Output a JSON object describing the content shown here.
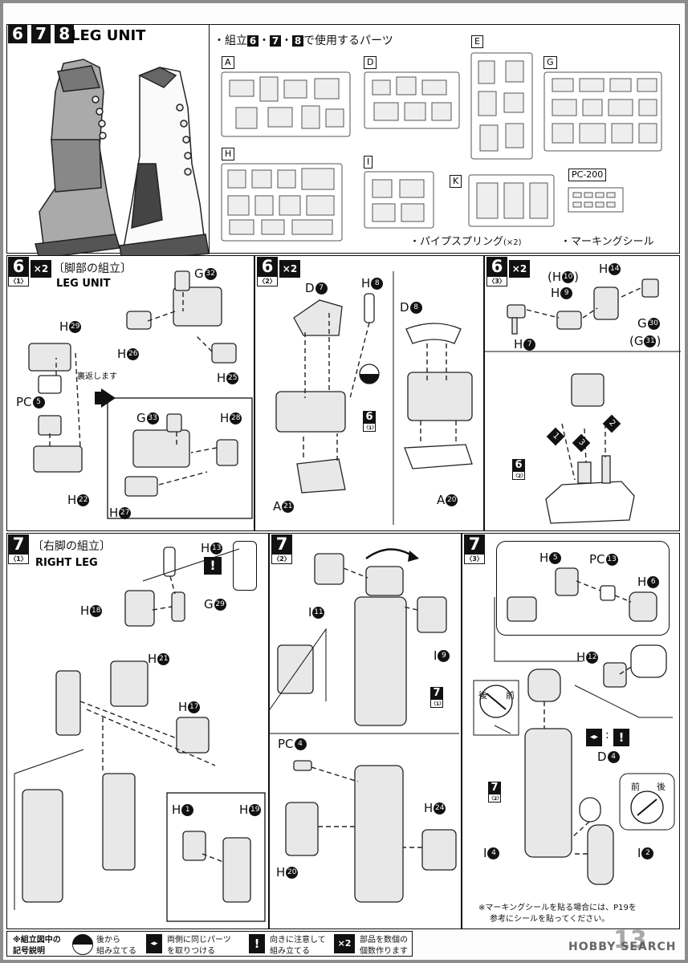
{
  "header": {
    "step_numbers": [
      "6",
      "7",
      "8"
    ],
    "title": "LEG UNIT",
    "parts_caption_prefix": "・組立",
    "parts_caption_suffix": "で使用するパーツ",
    "runners": [
      "A",
      "D",
      "E",
      "G",
      "H",
      "I",
      "K",
      "PC-200"
    ],
    "extra_1": "・パイプスプリング",
    "extra_1_qty": "(×2)",
    "extra_2": "・マーキングシール"
  },
  "step6_1": {
    "num": "6",
    "sub": "〈1〉",
    "x2": "×2",
    "title_jp": "〔脚部の組立〕",
    "title_en": "LEG UNIT",
    "flip_note": "裏返します",
    "parts": [
      {
        "letter": "G",
        "no": "32"
      },
      {
        "letter": "H",
        "no": "29"
      },
      {
        "letter": "H",
        "no": "26"
      },
      {
        "letter": "H",
        "no": "25"
      },
      {
        "letter": "PC",
        "no": "5"
      },
      {
        "letter": "H",
        "no": "22"
      },
      {
        "letter": "G",
        "no": "33"
      },
      {
        "letter": "H",
        "no": "28"
      },
      {
        "letter": "H",
        "no": "27"
      }
    ]
  },
  "step6_2": {
    "num": "6",
    "sub": "〈2〉",
    "x2": "×2",
    "ref_num": "6",
    "ref_sub": "〈1〉",
    "parts": [
      {
        "letter": "D",
        "no": "7"
      },
      {
        "letter": "H",
        "no": "8"
      },
      {
        "letter": "D",
        "no": "8"
      },
      {
        "letter": "A",
        "no": "21"
      },
      {
        "letter": "A",
        "no": "20"
      }
    ]
  },
  "step6_3": {
    "num": "6",
    "sub": "〈3〉",
    "x2": "×2",
    "ref_num": "6",
    "ref_sub": "〈2〉",
    "order": [
      "1",
      "3",
      "2"
    ],
    "parts": [
      {
        "letter": "(H",
        "no": "10",
        "suffix": ")"
      },
      {
        "letter": "H",
        "no": "14"
      },
      {
        "letter": "H",
        "no": "9"
      },
      {
        "letter": "H",
        "no": "7"
      },
      {
        "letter": "G",
        "no": "30"
      },
      {
        "letter": "(G",
        "no": "31",
        "suffix": ")"
      }
    ]
  },
  "step7_1": {
    "num": "7",
    "sub": "〈1〉",
    "title_jp": "〔右脚の組立〕",
    "title_en": "RIGHT LEG",
    "parts": [
      {
        "letter": "H",
        "no": "13"
      },
      {
        "letter": "H",
        "no": "18"
      },
      {
        "letter": "G",
        "no": "29"
      },
      {
        "letter": "H",
        "no": "21"
      },
      {
        "letter": "H",
        "no": "17"
      },
      {
        "letter": "H",
        "no": "1"
      },
      {
        "letter": "H",
        "no": "19"
      }
    ]
  },
  "step7_2": {
    "num": "7",
    "sub": "〈2〉",
    "ref_num": "7",
    "ref_sub": "〈1〉",
    "parts": [
      {
        "letter": "I",
        "no": "11"
      },
      {
        "letter": "I",
        "no": "9"
      },
      {
        "letter": "PC",
        "no": "4"
      },
      {
        "letter": "H",
        "no": "24"
      },
      {
        "letter": "H",
        "no": "20"
      }
    ]
  },
  "step7_3": {
    "num": "7",
    "sub": "〈3〉",
    "ref_num": "7",
    "ref_sub": "〈2〉",
    "front_back": [
      "後",
      "前"
    ],
    "front_back_2": [
      "前",
      "後"
    ],
    "parts": [
      {
        "letter": "H",
        "no": "5"
      },
      {
        "letter": "PC",
        "no": "13"
      },
      {
        "letter": "H",
        "no": "6"
      },
      {
        "letter": "H",
        "no": "12"
      },
      {
        "letter": "D",
        "no": "4"
      },
      {
        "letter": "I",
        "no": "4"
      },
      {
        "letter": "I",
        "no": "2"
      }
    ],
    "note_line1": "※マーキングシールを貼る場合には、P19を",
    "note_line2": "参考にシールを貼ってください。"
  },
  "legend": {
    "title_1": "※組立図中の",
    "title_2": "記号説明",
    "items": [
      {
        "text_1": "後から",
        "text_2": "組み立てる"
      },
      {
        "text_1": "両側に同じパーツ",
        "text_2": "を取りつける"
      },
      {
        "text_1": "向きに注意して",
        "text_2": "組み立てる"
      },
      {
        "icon": "×2",
        "text_1": "部品を数個の",
        "text_2": "個数作ります"
      }
    ]
  },
  "watermark": "HOBBY SEARCH",
  "page_number": "13"
}
